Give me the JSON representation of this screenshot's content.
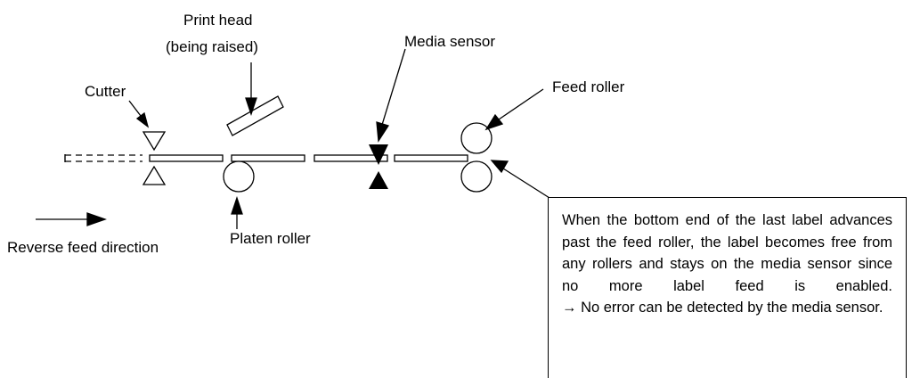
{
  "labels": {
    "print_head_line1": "Print head",
    "print_head_line2": "(being raised)",
    "media_sensor": "Media sensor",
    "cutter": "Cutter",
    "feed_roller": "Feed roller",
    "platen_roller": "Platen roller",
    "reverse_feed": "Reverse feed direction"
  },
  "callout": {
    "text1": "When the bottom end of the last label advances past the feed roller, the label becomes free from any rollers and stays on the media sensor since no more label feed is enabled.",
    "text2": "→ No error can be detected by the media sensor."
  },
  "colors": {
    "ink": "#000000",
    "background": "#ffffff"
  }
}
